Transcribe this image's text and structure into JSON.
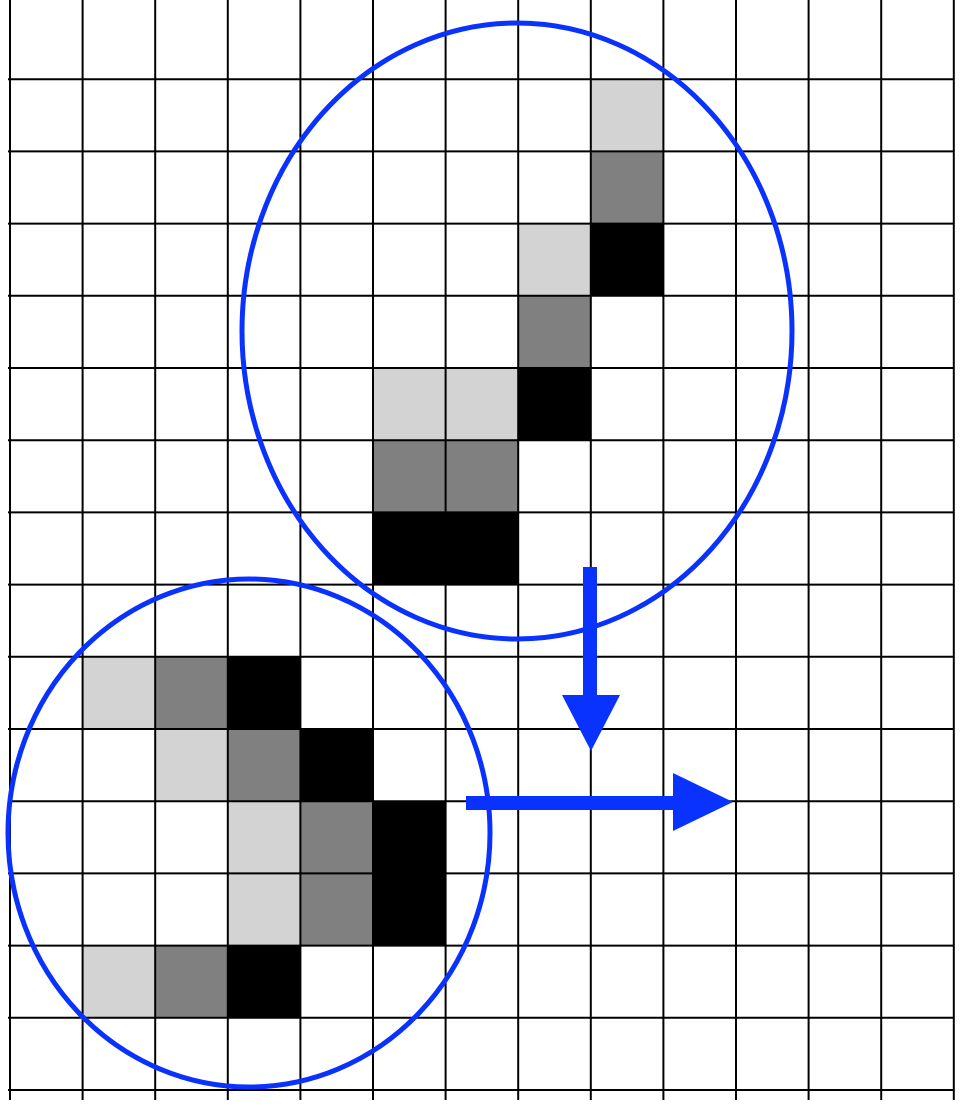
{
  "grid": {
    "cols": 13,
    "rows": 15,
    "line_color": "#000000",
    "background": "#ffffff"
  },
  "shades": {
    "light": "#d3d3d3",
    "mid": "#808080",
    "dark": "#000000"
  },
  "accent_color": "#0a32ff",
  "clusters": [
    {
      "name": "upper-cluster",
      "cells": [
        {
          "col": 8,
          "row": 1,
          "shade": "light"
        },
        {
          "col": 8,
          "row": 2,
          "shade": "mid"
        },
        {
          "col": 7,
          "row": 3,
          "shade": "light"
        },
        {
          "col": 8,
          "row": 3,
          "shade": "dark"
        },
        {
          "col": 7,
          "row": 4,
          "shade": "mid"
        },
        {
          "col": 5,
          "row": 5,
          "shade": "light"
        },
        {
          "col": 6,
          "row": 5,
          "shade": "light"
        },
        {
          "col": 7,
          "row": 5,
          "shade": "dark"
        },
        {
          "col": 5,
          "row": 6,
          "shade": "mid"
        },
        {
          "col": 6,
          "row": 6,
          "shade": "mid"
        },
        {
          "col": 5,
          "row": 7,
          "shade": "dark"
        },
        {
          "col": 6,
          "row": 7,
          "shade": "dark"
        }
      ]
    },
    {
      "name": "lower-cluster",
      "cells": [
        {
          "col": 1,
          "row": 9,
          "shade": "light"
        },
        {
          "col": 2,
          "row": 9,
          "shade": "mid"
        },
        {
          "col": 3,
          "row": 9,
          "shade": "dark"
        },
        {
          "col": 2,
          "row": 10,
          "shade": "light"
        },
        {
          "col": 3,
          "row": 10,
          "shade": "mid"
        },
        {
          "col": 4,
          "row": 10,
          "shade": "dark"
        },
        {
          "col": 3,
          "row": 11,
          "shade": "light"
        },
        {
          "col": 4,
          "row": 11,
          "shade": "mid"
        },
        {
          "col": 5,
          "row": 11,
          "shade": "dark"
        },
        {
          "col": 3,
          "row": 12,
          "shade": "light"
        },
        {
          "col": 4,
          "row": 12,
          "shade": "mid"
        },
        {
          "col": 5,
          "row": 12,
          "shade": "dark"
        },
        {
          "col": 1,
          "row": 13,
          "shade": "light"
        },
        {
          "col": 2,
          "row": 13,
          "shade": "mid"
        },
        {
          "col": 3,
          "row": 13,
          "shade": "dark"
        }
      ]
    }
  ],
  "arrows": [
    {
      "name": "down-arrow-icon",
      "direction": "down"
    },
    {
      "name": "right-arrow-icon",
      "direction": "right"
    }
  ]
}
